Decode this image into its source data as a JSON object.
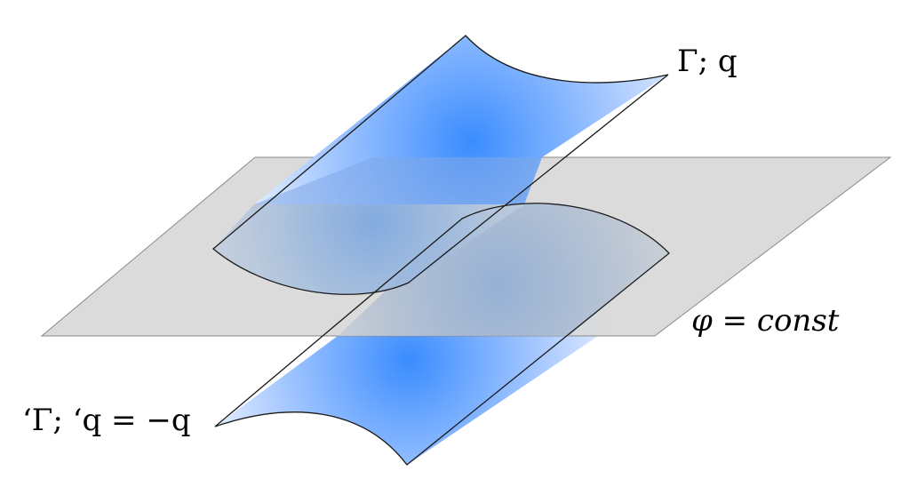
{
  "labels": {
    "upper_sheet": "Γ; q",
    "plane": "φ = const",
    "lower_sheet": "‘Γ; ‘q = −q"
  },
  "colors": {
    "plane_fill": "#d9d9d9",
    "plane_stroke": "#8a8a8a",
    "sheet_center": "#3a8cff",
    "sheet_edge": "#ffffff",
    "outline": "#1a1a1a"
  }
}
